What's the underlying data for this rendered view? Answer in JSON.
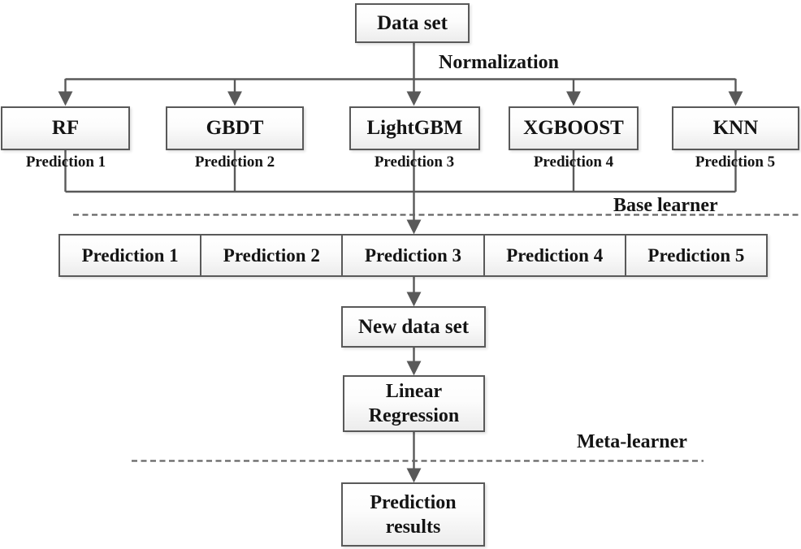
{
  "diagram": {
    "title_semantic": "Stacking ensemble model flow diagram",
    "dataset_label": "Data set",
    "normalization_label": "Normalization",
    "base_learner_section_label": "Base learner",
    "meta_learner_section_label": "Meta-learner",
    "learners": [
      {
        "label": "RF",
        "prediction": "Prediction 1"
      },
      {
        "label": "GBDT",
        "prediction": "Prediction 2"
      },
      {
        "label": "LightGBM",
        "prediction": "Prediction 3"
      },
      {
        "label": "XGBOOST",
        "prediction": "Prediction 4"
      },
      {
        "label": "KNN",
        "prediction": "Prediction 5"
      }
    ],
    "prediction_row": [
      "Prediction 1",
      "Prediction 2",
      "Prediction 3",
      "Prediction 4",
      "Prediction 5"
    ],
    "new_dataset_label": "New data set",
    "meta_model_label": "Linear Regression",
    "result_label": "Prediction results",
    "colors": {
      "line": "#595959",
      "box_border": "#595959",
      "box_fill_top": "#ffffff",
      "box_fill_bottom": "#ececec",
      "text": "#141414",
      "dashed_line": "#666666"
    }
  }
}
